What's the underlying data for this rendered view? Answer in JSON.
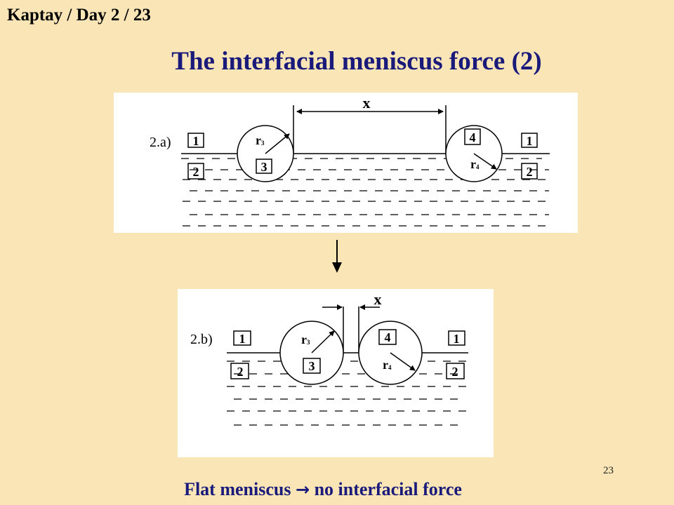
{
  "header": {
    "text": "Kaptay / Day 2 / 23"
  },
  "title": "The interfacial meniscus force (2)",
  "diagram_a": {
    "label": "2.a)",
    "distance_label": "x",
    "left_phase_top": "1",
    "left_phase_bottom": "2",
    "right_phase_top": "1",
    "right_phase_bottom": "2",
    "particle3_id": "3",
    "particle3_radius_letter": "r",
    "particle3_radius_sub": "3",
    "particle4_id": "4",
    "particle4_radius_letter": "r",
    "particle4_radius_sub": "4"
  },
  "diagram_b": {
    "label": "2.b)",
    "distance_label": "x",
    "left_phase_top": "1",
    "left_phase_bottom": "2",
    "right_phase_top": "1",
    "right_phase_bottom": "2",
    "particle3_id": "3",
    "particle3_radius_letter": "r",
    "particle3_radius_sub": "3",
    "particle4_id": "4",
    "particle4_radius_letter": "r",
    "particle4_radius_sub": "4"
  },
  "footer": {
    "text_before": "Flat meniscus",
    "arrow": "→",
    "text_after": "no interfacial force"
  },
  "page_number": "23"
}
